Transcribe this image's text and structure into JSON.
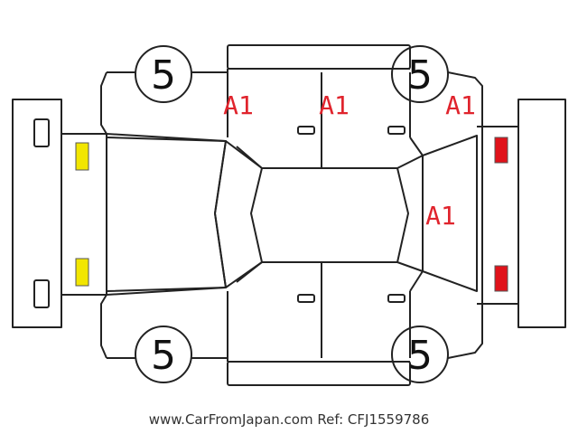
{
  "tires": {
    "front_left": "5",
    "front_right": "5",
    "rear_left": "5",
    "rear_right": "5"
  },
  "damage_marks": {
    "front_door_top": "A1",
    "rear_door_top": "A1",
    "rear_quarter_top": "A1",
    "back_glass": "A1"
  },
  "colors": {
    "headlight": "#f2e600",
    "taillight": "#e0121a",
    "damage_code": "#e0242d"
  },
  "footer": {
    "website": "www.CarFromJapan.com",
    "reference": "Ref: CFJ1559786"
  }
}
